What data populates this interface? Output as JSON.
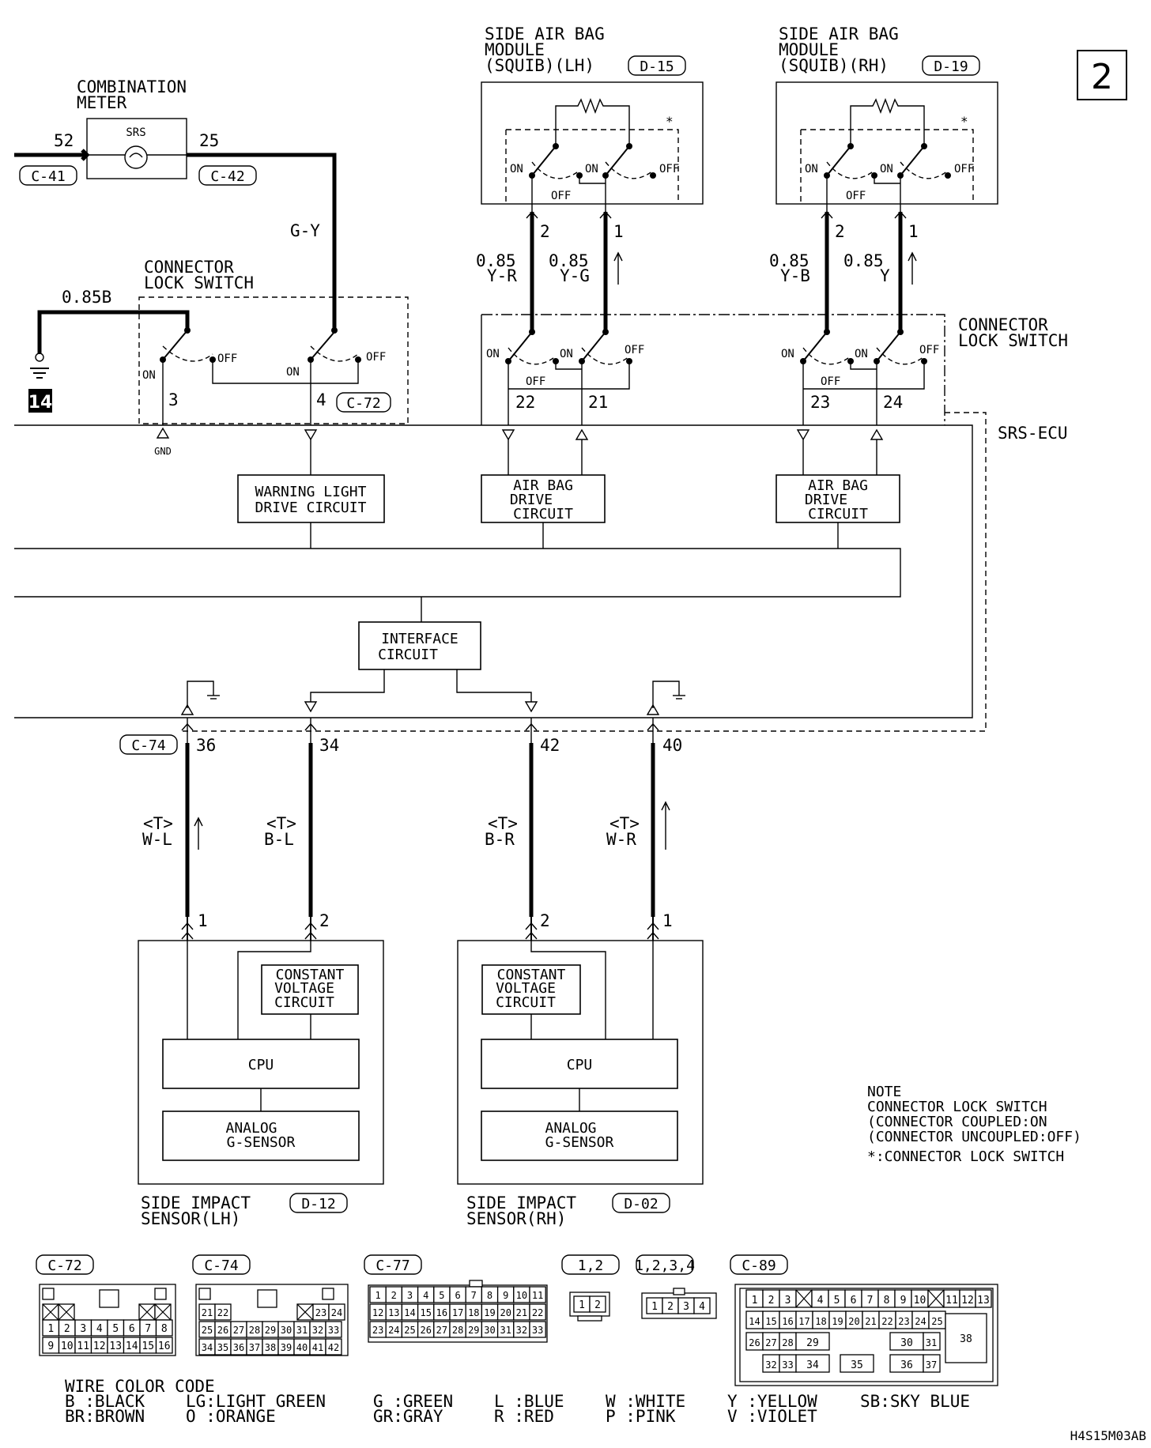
{
  "page_number": "2",
  "combination_meter": {
    "title_1": "COMBINATION",
    "title_2": "METER",
    "lamp_label": "SRS",
    "pin_left": "52",
    "pin_right": "25",
    "conn_left": "C-41",
    "conn_right": "C-42"
  },
  "wire_gy": "G-Y",
  "ground": {
    "wire": "0.85B",
    "ref": "14"
  },
  "lock_switch_left": {
    "title_1": "CONNECTOR",
    "title_2": "LOCK SWITCH",
    "pin_a": "3",
    "pin_b": "4",
    "conn": "C-72",
    "gnd_label": "GND"
  },
  "lock_switch_right": {
    "title_1": "CONNECTOR",
    "title_2": "LOCK SWITCH"
  },
  "switch_labels": {
    "on": "ON",
    "off": "OFF"
  },
  "side_airbag_lh": {
    "title_1": "SIDE AIR BAG",
    "title_2": "MODULE",
    "title_3": "(SQUIB)(LH)",
    "conn": "D-15",
    "pin2": "2",
    "pin1": "1",
    "wire_a_size": "0.85",
    "wire_a_color": "Y-R",
    "wire_b_size": "0.85",
    "wire_b_color": "Y-G",
    "ecu_pin_a": "22",
    "ecu_pin_b": "21"
  },
  "side_airbag_rh": {
    "title_1": "SIDE AIR BAG",
    "title_2": "MODULE",
    "title_3": "(SQUIB)(RH)",
    "conn": "D-19",
    "pin2": "2",
    "pin1": "1",
    "wire_a_size": "0.85",
    "wire_a_color": "Y-B",
    "wire_b_size": "0.85",
    "wire_b_color": "Y",
    "ecu_pin_a": "23",
    "ecu_pin_b": "24"
  },
  "asterisk": "*",
  "srs_ecu": "SRS-ECU",
  "circuits": {
    "warning_1": "WARNING LIGHT",
    "warning_2": "DRIVE CIRCUIT",
    "airbag_1": "AIR BAG",
    "airbag_2": "DRIVE",
    "airbag_3": "CIRCUIT",
    "interface_1": "INTERFACE",
    "interface_2": "CIRCUIT"
  },
  "ecu_pins_bottom": {
    "conn": "C-74",
    "p36": "36",
    "p34": "34",
    "p42": "42",
    "p40": "40"
  },
  "wires_bottom": {
    "tag": "<T>",
    "w1": "W-L",
    "w2": "B-L",
    "w3": "B-R",
    "w4": "W-R"
  },
  "sensor_lh": {
    "title_1": "SIDE IMPACT",
    "title_2": "SENSOR(LH)",
    "conn": "D-12",
    "pin1": "1",
    "pin2": "2",
    "cv_1": "CONSTANT",
    "cv_2": "VOLTAGE",
    "cv_3": "CIRCUIT",
    "cpu": "CPU",
    "g_1": "ANALOG",
    "g_2": "G-SENSOR"
  },
  "sensor_rh": {
    "title_1": "SIDE IMPACT",
    "title_2": "SENSOR(RH)",
    "conn": "D-02",
    "pin2": "2",
    "pin1": "1",
    "cv_1": "CONSTANT",
    "cv_2": "VOLTAGE",
    "cv_3": "CIRCUIT",
    "cpu": "CPU",
    "g_1": "ANALOG",
    "g_2": "G-SENSOR"
  },
  "note": {
    "l1": "NOTE",
    "l2": "CONNECTOR LOCK SWITCH",
    "l3": "(CONNECTOR COUPLED:ON",
    "l4": "(CONNECTOR UNCOUPLED:OFF)",
    "l5": "*:CONNECTOR LOCK SWITCH"
  },
  "connectors": {
    "c72": "C-72",
    "c74": "C-74",
    "c77": "C-77",
    "c81": [
      "1",
      "2"
    ],
    "c85": [
      "1",
      "2",
      "3",
      "4"
    ],
    "c89": "C-89",
    "c72_row1": [
      "1",
      "2",
      "3",
      "4",
      "5",
      "6",
      "7",
      "8"
    ],
    "c72_row2": [
      "9",
      "10",
      "11",
      "12",
      "13",
      "14",
      "15",
      "16"
    ],
    "c74_row0": [
      "21",
      "22",
      "23",
      "24"
    ],
    "c74_row1": [
      "25",
      "26",
      "27",
      "28",
      "29",
      "30",
      "31",
      "32",
      "33"
    ],
    "c74_row2": [
      "34",
      "35",
      "36",
      "37",
      "38",
      "39",
      "40",
      "41",
      "42"
    ],
    "c77_row1": [
      "1",
      "2",
      "3",
      "4",
      "5",
      "6",
      "7",
      "8",
      "9",
      "10",
      "11"
    ],
    "c77_row2": [
      "12",
      "13",
      "14",
      "15",
      "16",
      "17",
      "18",
      "19",
      "20",
      "21",
      "22"
    ],
    "c77_row3": [
      "23",
      "24",
      "25",
      "26",
      "27",
      "28",
      "29",
      "30",
      "31",
      "32",
      "33"
    ],
    "c89_row1": [
      "1",
      "2",
      "3",
      "4",
      "5",
      "6",
      "7",
      "8",
      "9",
      "10",
      "11",
      "12",
      "13"
    ],
    "c89_row2": [
      "14",
      "15",
      "16",
      "17",
      "18",
      "19",
      "20",
      "21",
      "22",
      "23",
      "24",
      "25"
    ],
    "c89_row3": [
      "26",
      "27",
      "28",
      "29",
      "30",
      "31"
    ],
    "c89_row4": [
      "32",
      "33",
      "34",
      "35",
      "36",
      "37"
    ],
    "c89_big": "38"
  },
  "legend": {
    "title": "WIRE COLOR CODE",
    "items": [
      "B :BLACK",
      "BR:BROWN",
      "LG:LIGHT GREEN",
      "O :ORANGE",
      "G :GREEN",
      "GR:GRAY",
      "L :BLUE",
      "R :RED",
      "W :WHITE",
      "P :PINK",
      "Y :YELLOW",
      "V :VIOLET",
      "SB:SKY BLUE"
    ]
  },
  "doc_code": "H4S15M03AB"
}
